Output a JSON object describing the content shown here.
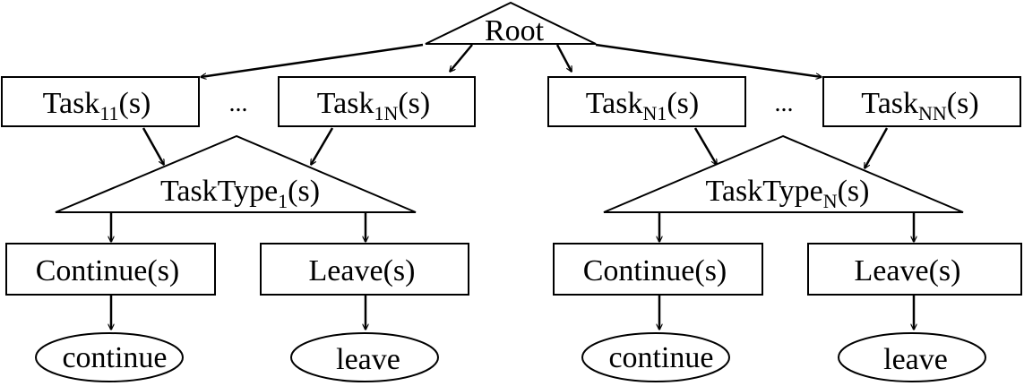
{
  "root": {
    "label": "Root"
  },
  "group1": {
    "task_first": {
      "base": "Task",
      "sub": "11",
      "suffix": "(s)"
    },
    "ellipsis": "...",
    "task_last": {
      "base": "Task",
      "sub": "1N",
      "suffix": "(s)"
    },
    "tasktype": {
      "base": "TaskType",
      "sub": "1",
      "suffix": "(s)"
    },
    "continue_box": "Continue(s)",
    "leave_box": "Leave(s)",
    "continue_leaf": "continue",
    "leave_leaf": "leave"
  },
  "group2": {
    "task_first": {
      "base": "Task",
      "sub": "N1",
      "suffix": "(s)"
    },
    "ellipsis": "...",
    "task_last": {
      "base": "Task",
      "sub": "NN",
      "suffix": "(s)"
    },
    "tasktype": {
      "base": "TaskType",
      "sub": "N",
      "suffix": "(s)"
    },
    "continue_box": "Continue(s)",
    "leave_box": "Leave(s)",
    "continue_leaf": "continue",
    "leave_leaf": "leave"
  }
}
